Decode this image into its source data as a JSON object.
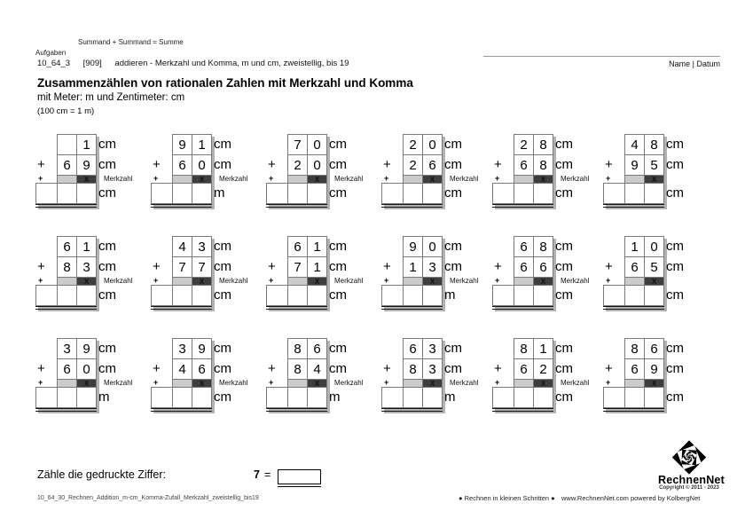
{
  "header": {
    "formula_line": "Summand + Summand = Summe",
    "section_label": "Aufgaben",
    "worksheet_code": "10_64_3",
    "worksheet_ref": "[909]",
    "worksheet_desc": "addieren - Merkzahl und Komma, m und cm, zweistellig, bis 19",
    "name_date_label": "Name | Datum"
  },
  "title": {
    "main": "Zusammenzählen von rationalen Zahlen mit Merkzahl und Komma",
    "sub": "mit Meter: m und Zentimeter: cm",
    "note": "(100 cm = 1 m)"
  },
  "labels": {
    "plus": "+",
    "x": "X",
    "merkzahl": "Merkzahl"
  },
  "problems": [
    {
      "top": [
        "",
        "1"
      ],
      "bottom": [
        "6",
        "9"
      ],
      "top_unit": "cm",
      "bottom_unit": "cm",
      "result_unit": "cm",
      "merkzahl_label": true
    },
    {
      "top": [
        "9",
        "1"
      ],
      "bottom": [
        "6",
        "0"
      ],
      "top_unit": "cm",
      "bottom_unit": "cm",
      "result_unit": "m",
      "merkzahl_label": true
    },
    {
      "top": [
        "7",
        "0"
      ],
      "bottom": [
        "2",
        "0"
      ],
      "top_unit": "cm",
      "bottom_unit": "cm",
      "result_unit": "cm",
      "merkzahl_label": true
    },
    {
      "top": [
        "2",
        "0"
      ],
      "bottom": [
        "2",
        "6"
      ],
      "top_unit": "cm",
      "bottom_unit": "cm",
      "result_unit": "cm",
      "merkzahl_label": true
    },
    {
      "top": [
        "2",
        "8"
      ],
      "bottom": [
        "6",
        "8"
      ],
      "top_unit": "cm",
      "bottom_unit": "cm",
      "result_unit": "cm",
      "merkzahl_label": true
    },
    {
      "top": [
        "4",
        "8"
      ],
      "bottom": [
        "9",
        "5"
      ],
      "top_unit": "cm",
      "bottom_unit": "cm",
      "result_unit": "cm",
      "merkzahl_label": false
    },
    {
      "top": [
        "6",
        "1"
      ],
      "bottom": [
        "8",
        "3"
      ],
      "top_unit": "cm",
      "bottom_unit": "cm",
      "result_unit": "cm",
      "merkzahl_label": true
    },
    {
      "top": [
        "4",
        "3"
      ],
      "bottom": [
        "7",
        "7"
      ],
      "top_unit": "cm",
      "bottom_unit": "cm",
      "result_unit": "cm",
      "merkzahl_label": true
    },
    {
      "top": [
        "6",
        "1"
      ],
      "bottom": [
        "7",
        "1"
      ],
      "top_unit": "cm",
      "bottom_unit": "cm",
      "result_unit": "cm",
      "merkzahl_label": true
    },
    {
      "top": [
        "9",
        "0"
      ],
      "bottom": [
        "1",
        "3"
      ],
      "top_unit": "cm",
      "bottom_unit": "cm",
      "result_unit": "m",
      "merkzahl_label": true
    },
    {
      "top": [
        "6",
        "8"
      ],
      "bottom": [
        "6",
        "6"
      ],
      "top_unit": "cm",
      "bottom_unit": "cm",
      "result_unit": "cm",
      "merkzahl_label": true
    },
    {
      "top": [
        "1",
        "0"
      ],
      "bottom": [
        "6",
        "5"
      ],
      "top_unit": "cm",
      "bottom_unit": "cm",
      "result_unit": "cm",
      "merkzahl_label": false
    },
    {
      "top": [
        "3",
        "9"
      ],
      "bottom": [
        "6",
        "0"
      ],
      "top_unit": "cm",
      "bottom_unit": "cm",
      "result_unit": "m",
      "merkzahl_label": true
    },
    {
      "top": [
        "3",
        "9"
      ],
      "bottom": [
        "4",
        "6"
      ],
      "top_unit": "cm",
      "bottom_unit": "cm",
      "result_unit": "cm",
      "merkzahl_label": true
    },
    {
      "top": [
        "8",
        "6"
      ],
      "bottom": [
        "8",
        "4"
      ],
      "top_unit": "cm",
      "bottom_unit": "cm",
      "result_unit": "m",
      "merkzahl_label": true
    },
    {
      "top": [
        "6",
        "3"
      ],
      "bottom": [
        "8",
        "3"
      ],
      "top_unit": "cm",
      "bottom_unit": "cm",
      "result_unit": "m",
      "merkzahl_label": true
    },
    {
      "top": [
        "8",
        "1"
      ],
      "bottom": [
        "6",
        "2"
      ],
      "top_unit": "cm",
      "bottom_unit": "cm",
      "result_unit": "cm",
      "merkzahl_label": true
    },
    {
      "top": [
        "8",
        "6"
      ],
      "bottom": [
        "6",
        "9"
      ],
      "top_unit": "cm",
      "bottom_unit": "cm",
      "result_unit": "cm",
      "merkzahl_label": false
    }
  ],
  "count_task": {
    "prompt": "Zähle die gedruckte Ziffer:",
    "digit": "7",
    "equals_sign": "="
  },
  "footer": {
    "filename": "10_64_30_Rechnen_Addition_m-cm_Komma-Zufall_Merkzahl_zweistellig_bis19",
    "slogan": "● Rechnen in kleinen Schritten ●",
    "credit": "www.RechnenNet.com powered by KolbergNet"
  },
  "logo": {
    "brand": "RechnenNet",
    "copyright": "Copyright © 2011 - 2023"
  }
}
